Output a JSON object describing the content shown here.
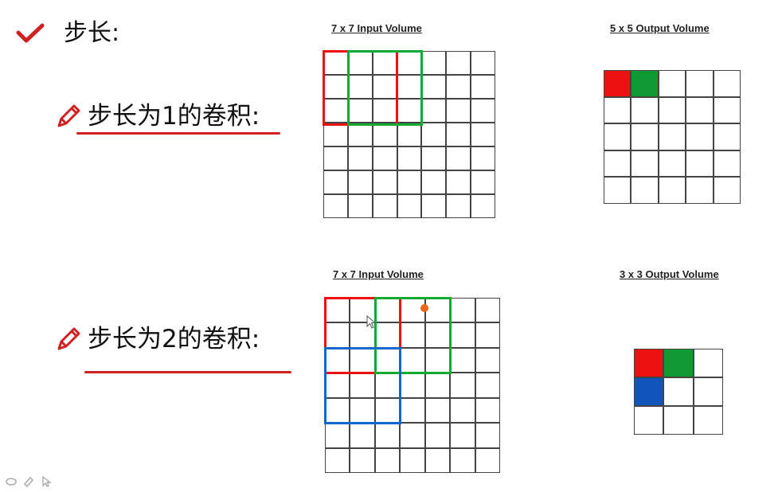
{
  "slide": {
    "heading": "步长:",
    "icons": {
      "check": "check-icon",
      "pencil": "pencil-icon",
      "cursor": "cursor-icon",
      "toolbar": [
        "eraser-icon",
        "highlighter-icon",
        "pointer-icon"
      ]
    },
    "colors": {
      "accent": "#d02020",
      "red": "#ee1111",
      "green": "#11aa33",
      "blue": "#1166cc",
      "laser_dot": "#ee6611"
    }
  },
  "sections": [
    {
      "label": "步长为1的卷积:",
      "input_title": "7 x 7 Input Volume",
      "output_title": "5 x 5 Output Volume",
      "input_size": 7,
      "output_size": 5,
      "stride": 1,
      "kernel_size": 3
    },
    {
      "label": "步长为2的卷积:",
      "input_title": "7 x 7 Input Volume",
      "output_title": "3 x 3 Output Volume",
      "input_size": 7,
      "output_size": 3,
      "stride": 2,
      "kernel_size": 3
    }
  ]
}
